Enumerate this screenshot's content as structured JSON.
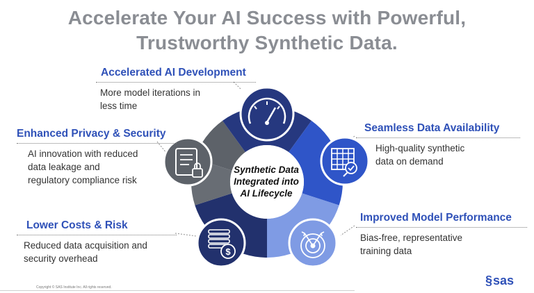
{
  "title": {
    "line1": "Accelerate Your AI Success with Powerful,",
    "line2": "Trustworthy Synthetic Data."
  },
  "center": {
    "line1": "Synthetic Data",
    "line2": "Integrated into",
    "line3": "AI Lifecycle"
  },
  "features": [
    {
      "heading": "Accelerated AI Development",
      "desc_line1": "More model iterations in",
      "desc_line2": "less time",
      "icon": "gauge-icon"
    },
    {
      "heading": "Enhanced Privacy & Security",
      "desc_line1": "AI innovation with reduced",
      "desc_line2": "data leakage and",
      "desc_line3": "regulatory  compliance risk",
      "icon": "document-lock-icon"
    },
    {
      "heading": "Seamless Data Availability",
      "desc_line1": "High-quality synthetic",
      "desc_line2": "data on demand",
      "icon": "spreadsheet-check-icon"
    },
    {
      "heading": "Improved Model Performance",
      "desc_line1": "Bias-free, representative",
      "desc_line2": "training data",
      "icon": "target-icon"
    },
    {
      "heading": "Lower Costs & Risk",
      "desc_line1": "Reduced data acquisition and",
      "desc_line2": "security overhead",
      "icon": "coins-dollar-icon"
    }
  ],
  "footer": {
    "copyright": "Copyright © SAS Institute Inc. All rights reserved.",
    "logo_text": "sas"
  },
  "colors": {
    "title": "#8a8d93",
    "heading": "#2f51b8",
    "ring_dark_navy": "#26387f",
    "ring_blue": "#2f55c8",
    "ring_light_blue": "#7f9be4",
    "ring_gray": "#5d6269"
  }
}
